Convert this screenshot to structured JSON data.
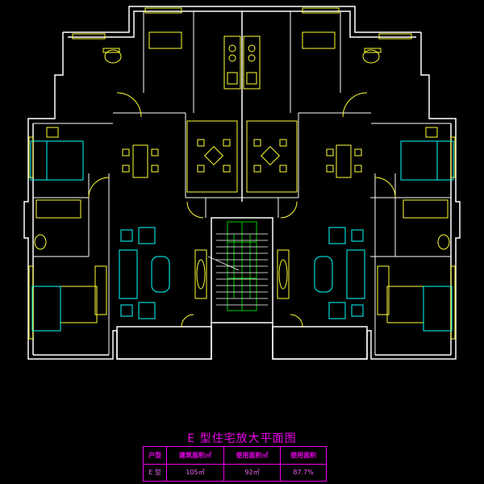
{
  "drawing": {
    "title": "E 型住宅放大平面图"
  },
  "table": {
    "headers": [
      "户型",
      "建筑面积㎡",
      "使用面积㎡",
      "使用面积"
    ],
    "row": [
      "E 型",
      "105㎡",
      "92㎡",
      "87.7%"
    ]
  },
  "colors": {
    "wall": "#ffff33",
    "furniture": "#ffff33",
    "bed": "#00ffff",
    "stair": "#00cc00",
    "line": "#ffffff",
    "text": "#ff00ff"
  }
}
